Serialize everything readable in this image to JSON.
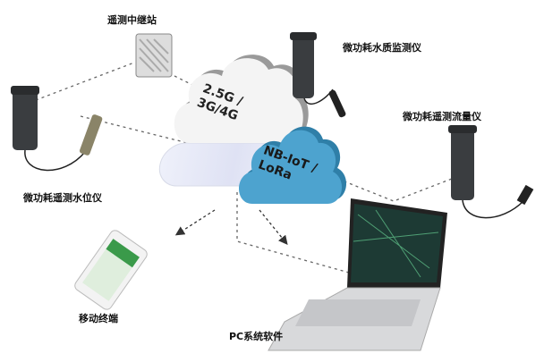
{
  "labels": {
    "relay_station": "遥测中继站",
    "water_quality": "微功耗水质监测仪",
    "flow_meter": "微功耗遥测流量仪",
    "water_level": "微功耗遥测水位仪",
    "mobile": "移动终端",
    "pc": "PC系统软件"
  },
  "clouds": {
    "cellular_line1": "2.5G /",
    "cellular_line2": "3G/4G",
    "nb_line1": "NB-IoT /",
    "nb_line2": "LoRa"
  },
  "colors": {
    "blue_cloud": "#4da3cf",
    "white_cloud": "#f4f4f4",
    "device": "#3a3d40"
  }
}
